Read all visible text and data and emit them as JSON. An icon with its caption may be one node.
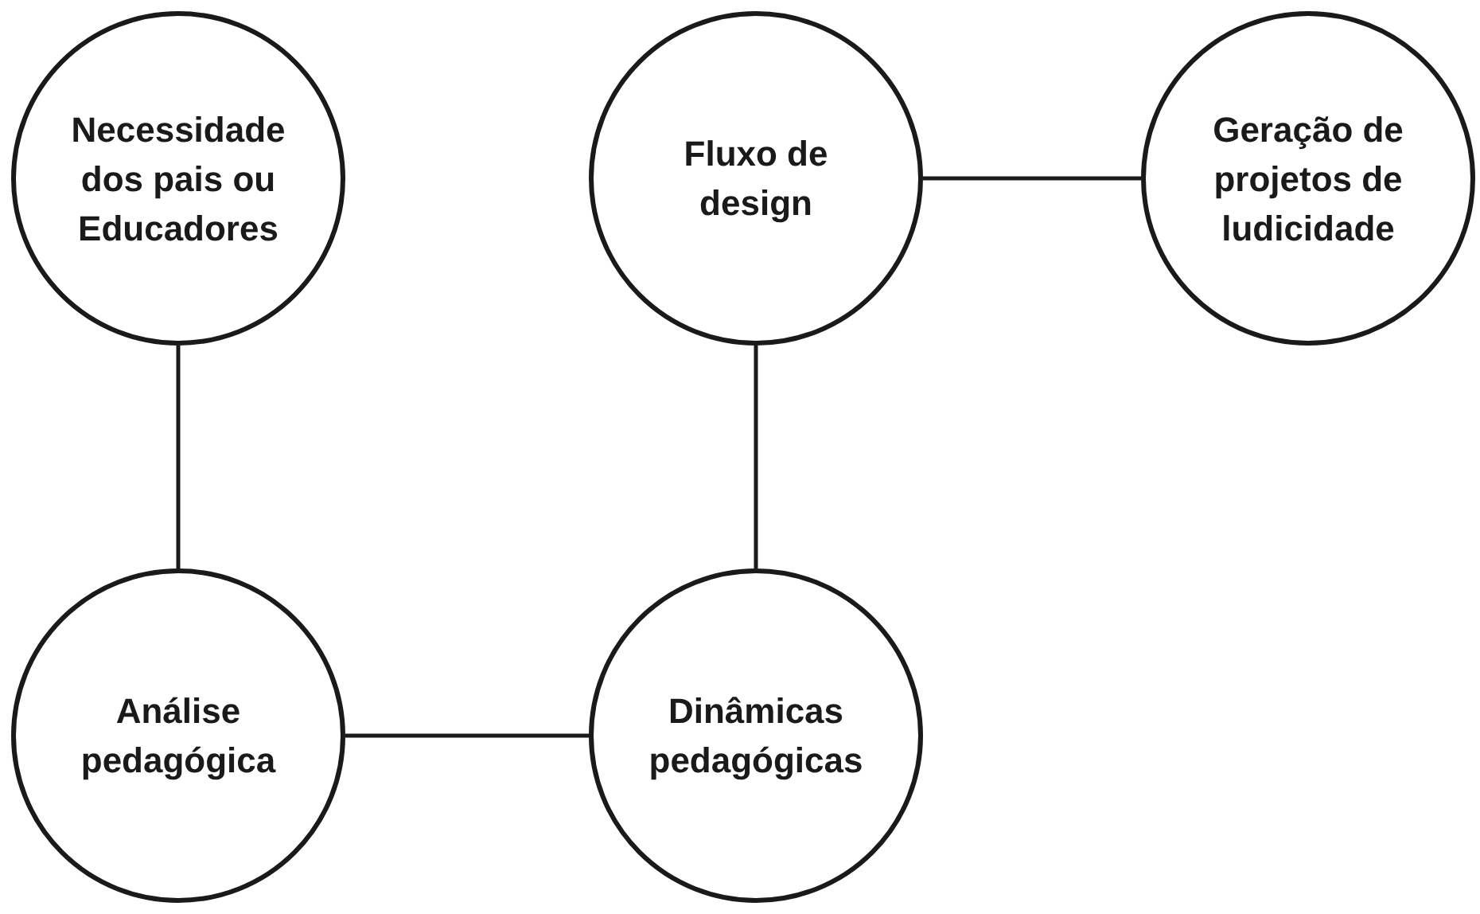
{
  "diagram": {
    "nodes": [
      {
        "text": [
          "Necessidade dos pais ou Educadores"
        ]
      },
      {
        "text": [
          "Fluxo de design"
        ]
      },
      {
        "text": [
          "Geração de projetos de ludicidade"
        ]
      },
      {
        "text": [
          "Análise pedagógica"
        ]
      },
      {
        "text": [
          "Dinâmicas pedagógicas"
        ]
      }
    ],
    "edges": [
      {
        "from": 0,
        "to": 3,
        "arrow": "none"
      },
      {
        "from": 1,
        "to": 2,
        "arrow": "none"
      },
      {
        "from": 3,
        "to": 4,
        "arrow": "none"
      },
      {
        "from": 1,
        "to": 4,
        "arrow": "none"
      }
    ]
  }
}
